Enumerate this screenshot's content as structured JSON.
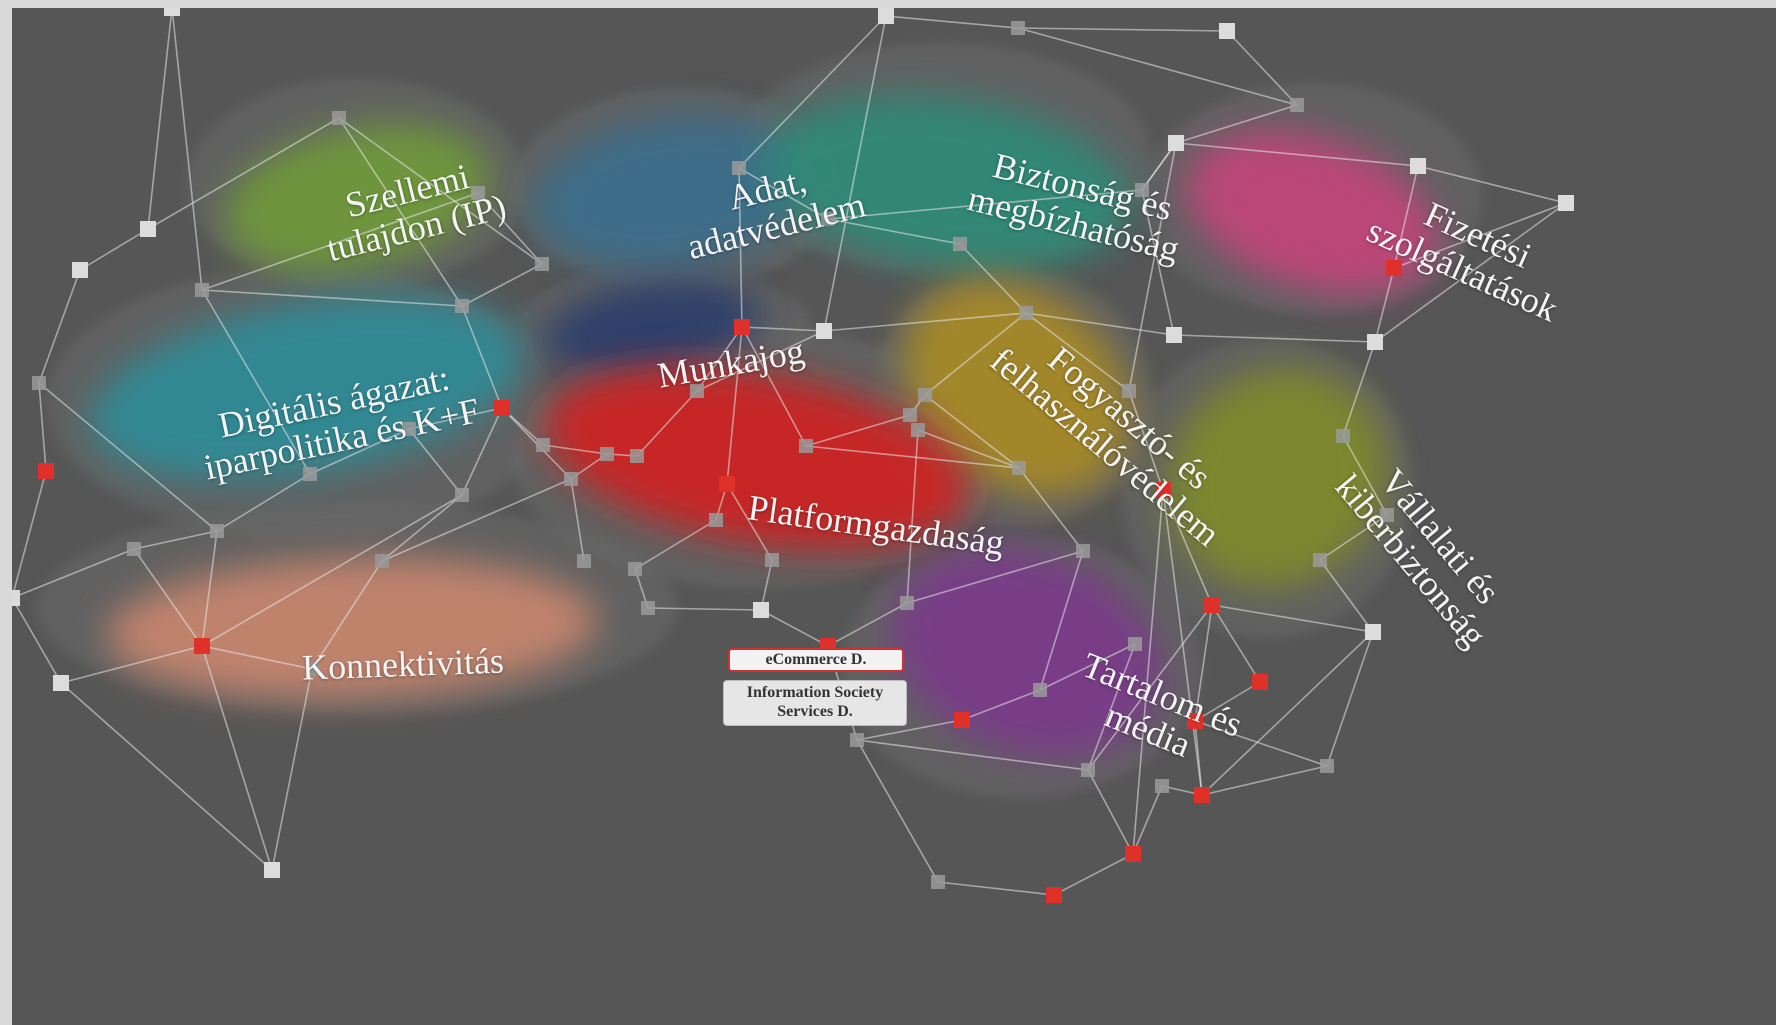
{
  "topics": [
    {
      "id": "ip",
      "text": "Szellemi\ntulajdon (IP)",
      "color": "#6f9a3a"
    },
    {
      "id": "data",
      "text": "Adat,\nadatvédelem",
      "color": "#3b6e8c"
    },
    {
      "id": "security",
      "text": "Biztonság és\nmegbízhatóság",
      "color": "#2f8a78"
    },
    {
      "id": "payments",
      "text": "Fizetési\nszolgáltatások",
      "color": "#c2457a"
    },
    {
      "id": "digital",
      "text": "Digitális ágazat:\niparpolitika és K+F",
      "color": "#2f8c98"
    },
    {
      "id": "labour",
      "text": "Munkajog",
      "color": "#2a3d6c"
    },
    {
      "id": "consumer",
      "text": "Fogyasztó- és\nfelhasználóvédelem",
      "color": "#a88a28"
    },
    {
      "id": "platform",
      "text": "Platformgazdaság",
      "color": "#cf2222"
    },
    {
      "id": "corporate",
      "text": "Vállalati és\nkiberbiztonság",
      "color": "#7e8a2a"
    },
    {
      "id": "connectivity",
      "text": "Konnektivitás",
      "color": "#c8866e"
    },
    {
      "id": "content",
      "text": "Tartalom és\nmédia",
      "color": "#7a3a8a"
    }
  ],
  "tags": {
    "ecommerce": "eCommerce D.",
    "infosoc": "Information Society\nServices D."
  },
  "colors": {
    "background": "#565656",
    "node_light": "#dcdcdc",
    "node_red": "#e0302a",
    "edge": "#e6e6e6"
  }
}
